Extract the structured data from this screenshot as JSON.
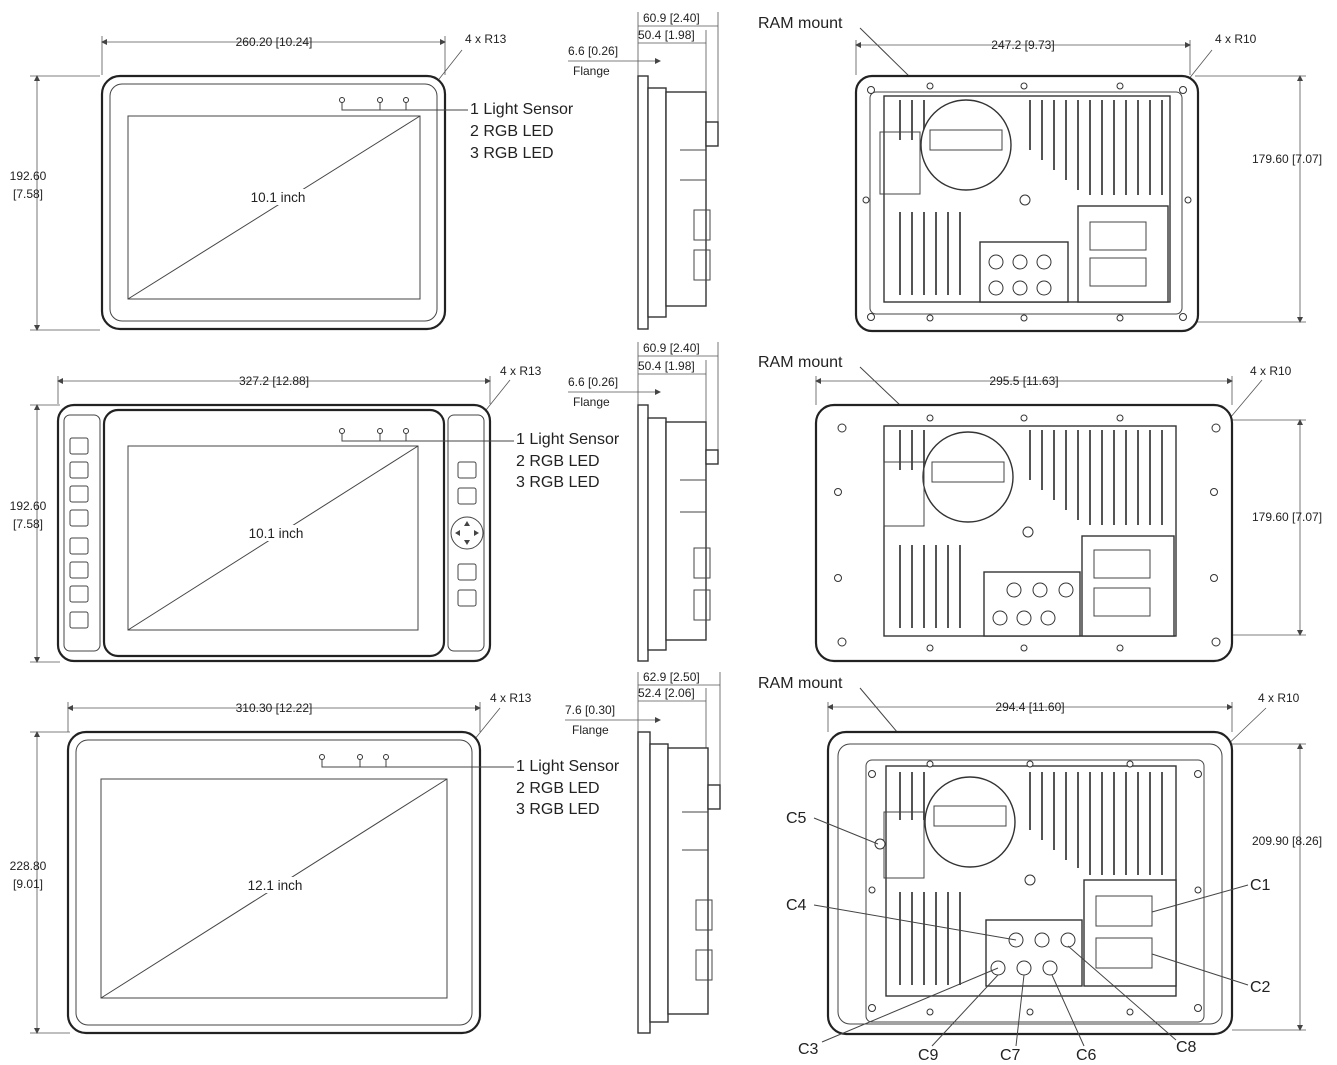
{
  "rows": [
    {
      "front": {
        "width": "260.20 [10.24]",
        "height_a": "192.60",
        "height_b": "[7.58]",
        "radius": "4 x R13",
        "diag": "10.1 inch",
        "sensor_labels": [
          "1 Light Sensor",
          "2 RGB LED",
          "3 RGB LED"
        ]
      },
      "side": {
        "depth_total": "60.9 [2.40]",
        "depth_body": "50.4 [1.98]",
        "flange_dim": "6.6 [0.26]",
        "flange": "Flange"
      },
      "back": {
        "ram": "RAM mount",
        "width": "247.2 [9.73]",
        "height": "179.60 [7.07]",
        "radius": "4 x R10"
      }
    },
    {
      "front": {
        "width": "327.2 [12.88]",
        "height_a": "192.60",
        "height_b": "[7.58]",
        "radius": "4 x R13",
        "diag": "10.1 inch",
        "sensor_labels": [
          "1 Light Sensor",
          "2 RGB LED",
          "3 RGB LED"
        ]
      },
      "side": {
        "depth_total": "60.9 [2.40]",
        "depth_body": "50.4 [1.98]",
        "flange_dim": "6.6 [0.26]",
        "flange": "Flange"
      },
      "back": {
        "ram": "RAM mount",
        "width": "295.5 [11.63]",
        "height": "179.60 [7.07]",
        "radius": "4 x R10"
      }
    },
    {
      "front": {
        "width": "310.30 [12.22]",
        "height_a": "228.80",
        "height_b": "[9.01]",
        "radius": "4 x R13",
        "diag": "12.1 inch",
        "sensor_labels": [
          "1 Light Sensor",
          "2 RGB LED",
          "3 RGB LED"
        ]
      },
      "side": {
        "depth_total": "62.9 [2.50]",
        "depth_body": "52.4 [2.06]",
        "flange_dim": "7.6 [0.30]",
        "flange": "Flange"
      },
      "back": {
        "ram": "RAM mount",
        "width": "294.4 [11.60]",
        "height": "209.90 [8.26]",
        "radius": "4 x R10",
        "connectors": {
          "c1": "C1",
          "c2": "C2",
          "c3": "C3",
          "c4": "C4",
          "c5": "C5",
          "c6": "C6",
          "c7": "C7",
          "c8": "C8",
          "c9": "C9"
        }
      }
    }
  ]
}
